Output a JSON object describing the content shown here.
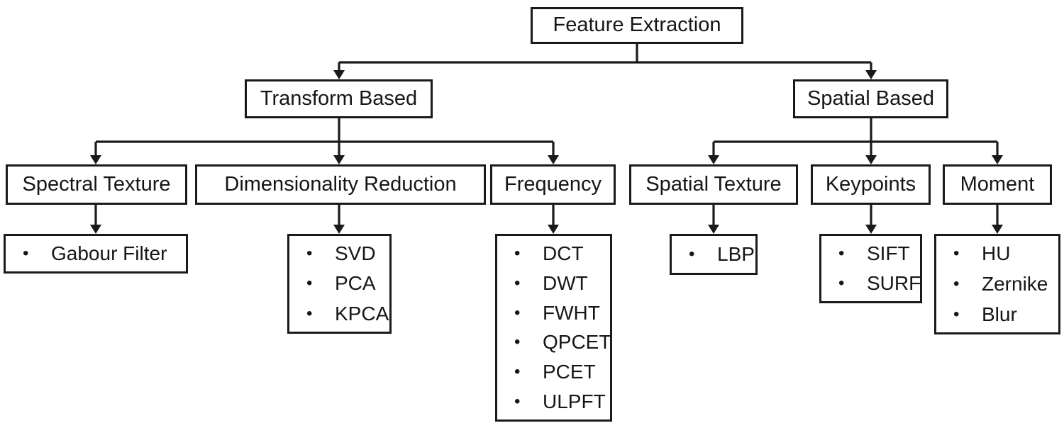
{
  "diagram": {
    "type": "taxonomy-flowchart",
    "line_color": "#1a1a1a",
    "box_fill": "#ffffff",
    "text_color": "#161616",
    "bullet_glyph": "•",
    "nodes": {
      "root": {
        "label": "Feature Extraction"
      },
      "transform_based": {
        "label": "Transform Based"
      },
      "spatial_based": {
        "label": "Spatial Based"
      },
      "spectral_texture": {
        "label": "Spectral Texture"
      },
      "dimensionality_reduction": {
        "label": "Dimensionality Reduction"
      },
      "frequency": {
        "label": "Frequency"
      },
      "spatial_texture": {
        "label": "Spatial Texture"
      },
      "keypoints": {
        "label": "Keypoints"
      },
      "moment": {
        "label": "Moment"
      },
      "spectral_texture_methods": {
        "items": [
          "Gabour Filter"
        ]
      },
      "dimensionality_reduction_methods": {
        "items": [
          "SVD",
          "PCA",
          "KPCA"
        ]
      },
      "frequency_methods": {
        "items": [
          "DCT",
          "DWT",
          "FWHT",
          "QPCET",
          "PCET",
          "ULPFT"
        ]
      },
      "spatial_texture_methods": {
        "items": [
          "LBP"
        ]
      },
      "keypoints_methods": {
        "items": [
          "SIFT",
          "SURF"
        ]
      },
      "moment_methods": {
        "items": [
          "HU",
          "Zernike",
          "Blur"
        ]
      }
    }
  }
}
